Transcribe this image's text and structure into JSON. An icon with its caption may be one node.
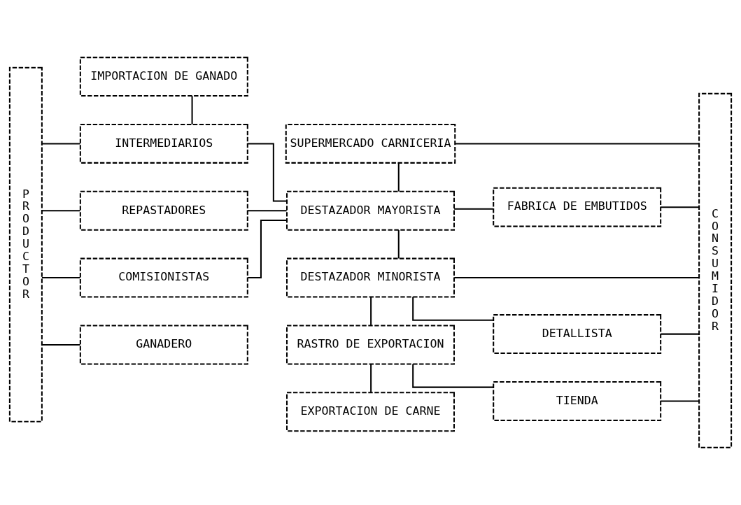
{
  "diagram": {
    "nodes": [
      {
        "text": [
          "IMPORTACION DE GANADO"
        ]
      },
      {
        "text": [
          "PRODUCTOR"
        ]
      },
      {
        "text": [
          "INTERMEDIARIOS"
        ]
      },
      {
        "text": [
          "REPASTADORES"
        ]
      },
      {
        "text": [
          "COMISIONISTAS"
        ]
      },
      {
        "text": [
          "GANADERO"
        ]
      },
      {
        "text": [
          "SUPERMERCADO CARNICERIA"
        ]
      },
      {
        "text": [
          "DESTAZADOR MAYORISTA"
        ]
      },
      {
        "text": [
          "DESTAZADOR MINORISTA"
        ]
      },
      {
        "text": [
          "RASTRO DE EXPORTACION"
        ]
      },
      {
        "text": [
          "EXPORTACION DE CARNE"
        ]
      },
      {
        "text": [
          "FABRICA DE EMBUTIDOS"
        ]
      },
      {
        "text": [
          "DETALLISTA"
        ]
      },
      {
        "text": [
          "TIENDA"
        ]
      },
      {
        "text": [
          "CONSUMIDOR"
        ]
      }
    ],
    "edges": [
      {
        "from": 0,
        "to": 2,
        "arrow": "none"
      },
      {
        "from": 1,
        "to": 2,
        "arrow": "none"
      },
      {
        "from": 1,
        "to": 3,
        "arrow": "none"
      },
      {
        "from": 1,
        "to": 4,
        "arrow": "none"
      },
      {
        "from": 1,
        "to": 5,
        "arrow": "none"
      },
      {
        "from": 2,
        "to": 7,
        "arrow": "none"
      },
      {
        "from": 3,
        "to": 7,
        "arrow": "none"
      },
      {
        "from": 4,
        "to": 7,
        "arrow": "none"
      },
      {
        "from": 6,
        "to": 7,
        "arrow": "none"
      },
      {
        "from": 7,
        "to": 8,
        "arrow": "none"
      },
      {
        "from": 8,
        "to": 9,
        "arrow": "none"
      },
      {
        "from": 9,
        "to": 10,
        "arrow": "none"
      },
      {
        "from": 6,
        "to": 14,
        "arrow": "none"
      },
      {
        "from": 7,
        "to": 11,
        "arrow": "none"
      },
      {
        "from": 11,
        "to": 14,
        "arrow": "none"
      },
      {
        "from": 8,
        "to": 12,
        "arrow": "none"
      },
      {
        "from": 12,
        "to": 14,
        "arrow": "none"
      },
      {
        "from": 8,
        "to": 14,
        "arrow": "none"
      },
      {
        "from": 9,
        "to": 13,
        "arrow": "none"
      },
      {
        "from": 13,
        "to": 14,
        "arrow": "none"
      }
    ]
  }
}
